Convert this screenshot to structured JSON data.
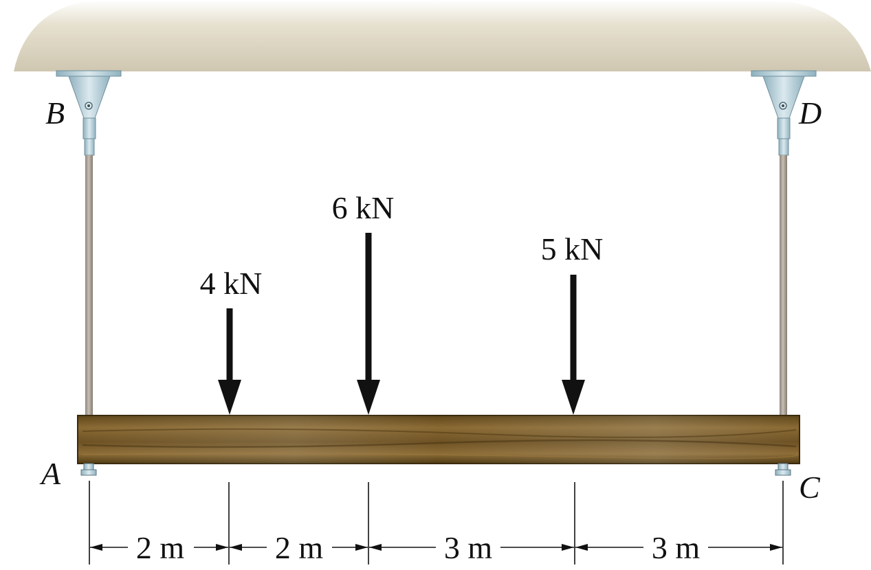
{
  "points": {
    "A": "A",
    "B": "B",
    "C": "C",
    "D": "D"
  },
  "loads": [
    {
      "label": "4 kN",
      "magnitude_kN": 4,
      "direction": "downward"
    },
    {
      "label": "6 kN",
      "magnitude_kN": 6,
      "direction": "downward"
    },
    {
      "label": "5 kN",
      "magnitude_kN": 5,
      "direction": "downward"
    }
  ],
  "dimensions": [
    {
      "label": "2 m",
      "length_m": 2
    },
    {
      "label": "2 m",
      "length_m": 2
    },
    {
      "label": "3 m",
      "length_m": 3
    },
    {
      "label": "3 m",
      "length_m": 3
    }
  ],
  "colors": {
    "beam": "#7a5a2a",
    "rod": "#a89e94",
    "bracket": "#b9cfd8",
    "ceiling": "#d9d2bf",
    "ink": "#111111"
  }
}
